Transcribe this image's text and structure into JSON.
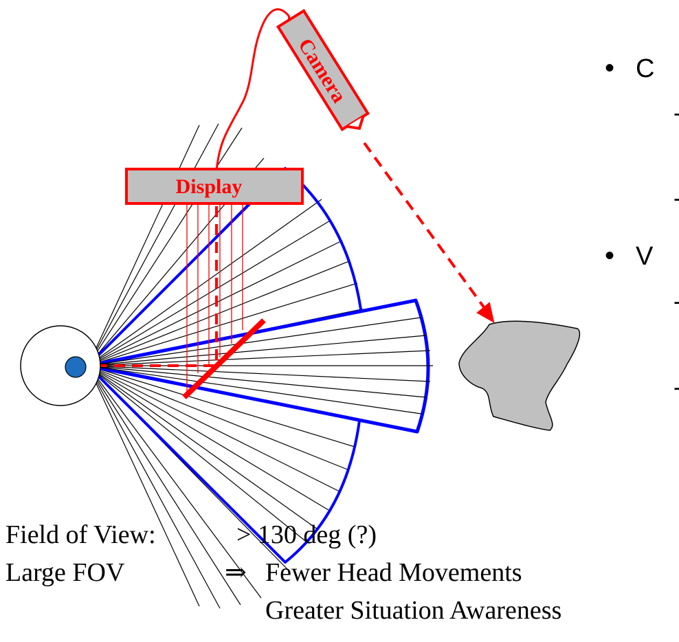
{
  "diagram": {
    "camera_label": "Camera",
    "display_label": "Display"
  },
  "bullets": [
    {
      "marker": "•",
      "text": "C"
    },
    {
      "marker": "-",
      "text": ""
    },
    {
      "marker": "-",
      "text": ""
    },
    {
      "marker": "•",
      "text": "V"
    },
    {
      "marker": "-",
      "text": ""
    },
    {
      "marker": "-",
      "text": ""
    }
  ],
  "caption": {
    "line1_label": "Field of View:",
    "line1_value": "> 130 deg (?)",
    "line2_label": "Large FOV",
    "line2_arrow": "⇒",
    "benefits": [
      "Fewer Head Movements",
      "Greater Situation Awareness"
    ]
  },
  "colors": {
    "red": "#ff0000",
    "blue": "#0000ff",
    "gray": "#c0c0c0",
    "eye_blue": "#1e6fc0",
    "black": "#000000"
  }
}
